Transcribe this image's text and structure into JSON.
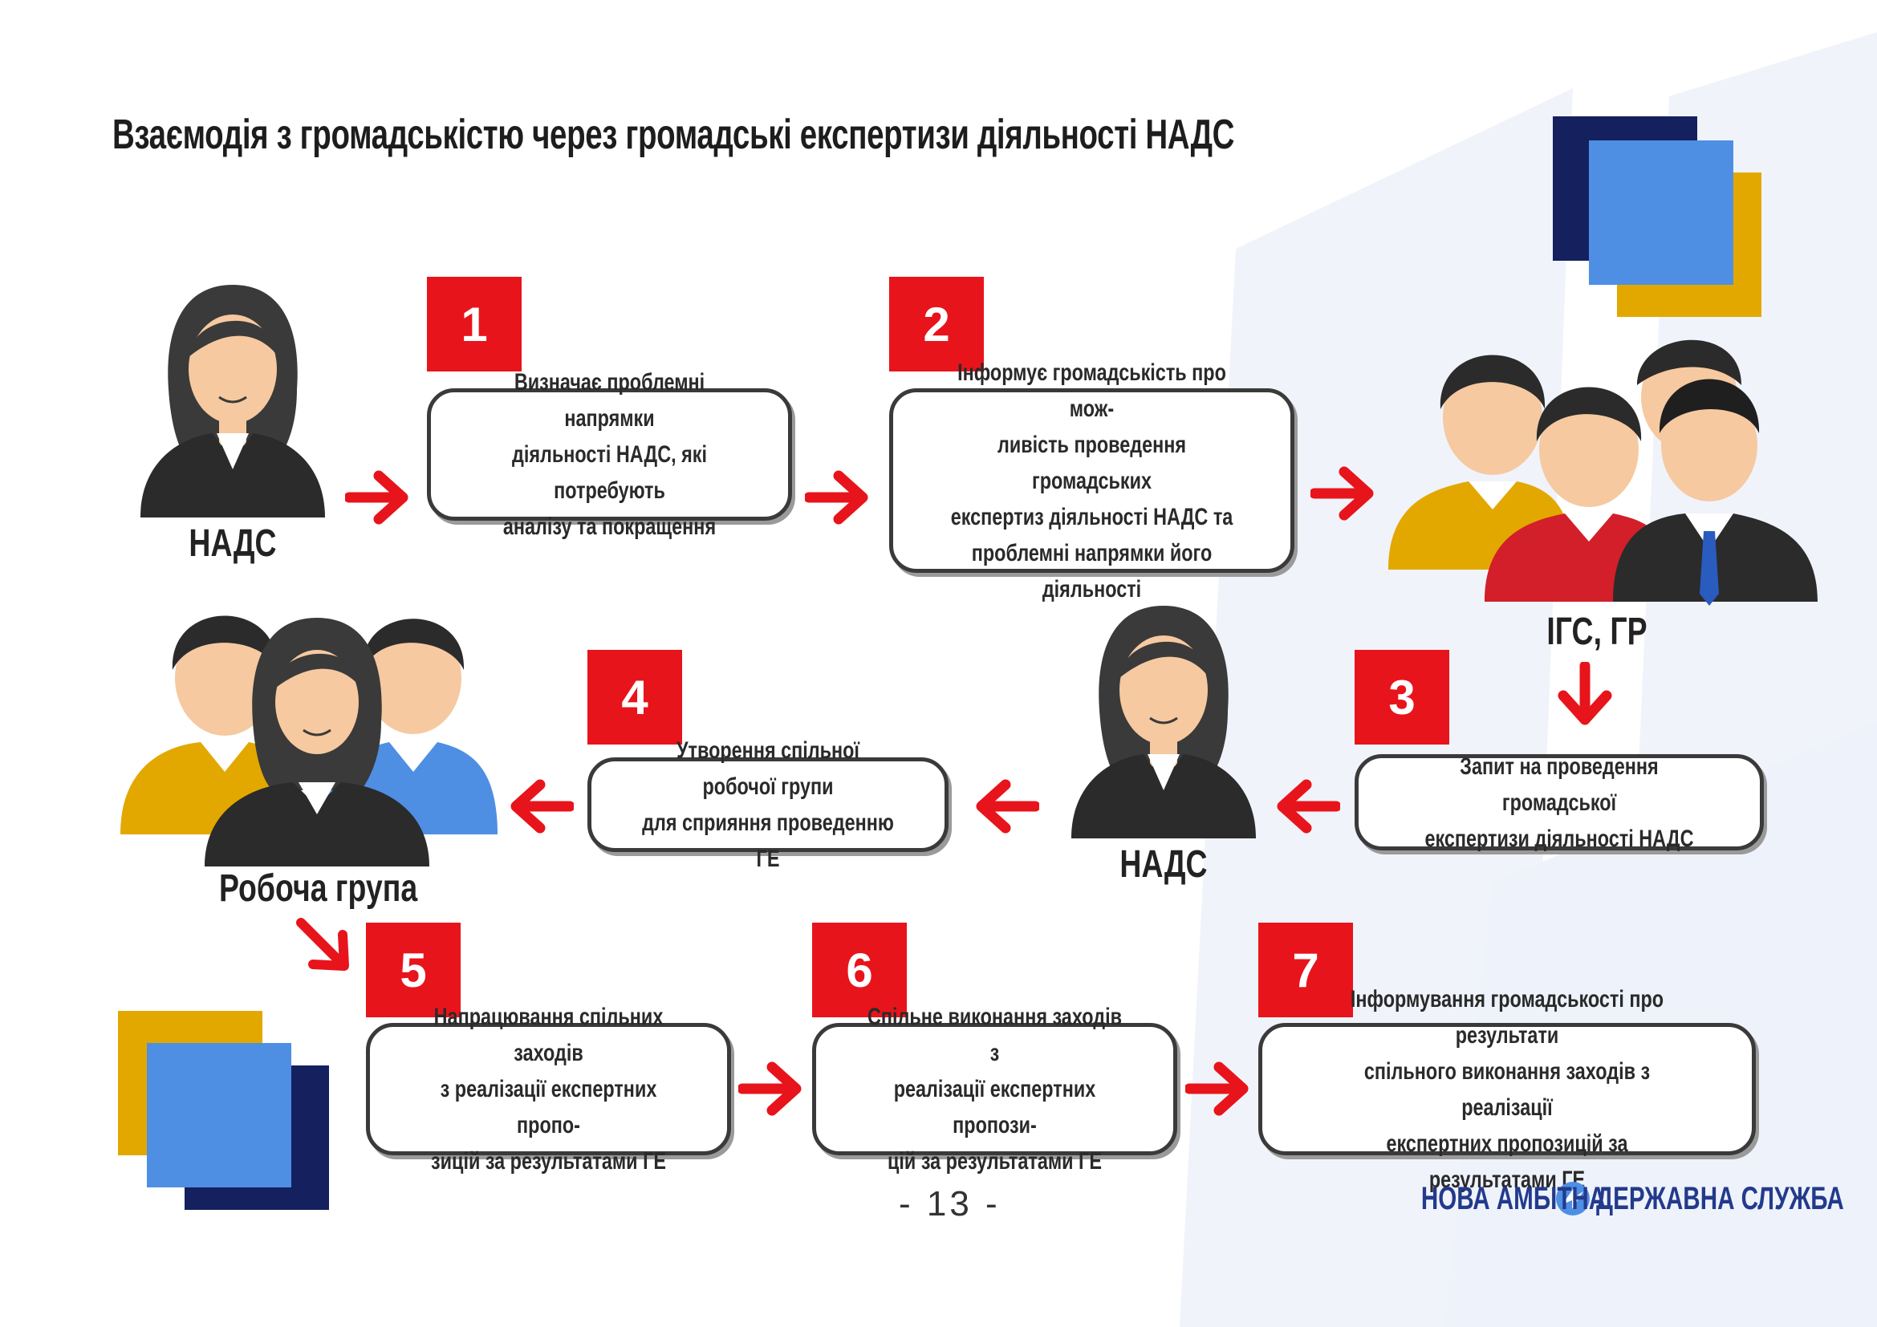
{
  "title": "Взаємодія з громадськістю через громадські експертизи діяльності НАДС",
  "colors": {
    "accent_red": "#e8141b",
    "navy": "#15205f",
    "blue": "#4e8fe3",
    "gold": "#e2a800",
    "stripe": "#eef2fa"
  },
  "actors": {
    "nads_top": "НАДС",
    "igs_gr": "ІГС, ГР",
    "nads_mid": "НАДС",
    "working_group": "Робоча група"
  },
  "steps": [
    {
      "num": "1",
      "text": "Визначає проблемні напрямки\nдіяльності НАДС, які потребують\nаналізу та покращення"
    },
    {
      "num": "2",
      "text": "Інформує громадськість про мож-\nливість проведення громадських\nекспертиз діяльності НАДС та\nпроблемні напрямки його діяльності"
    },
    {
      "num": "3",
      "text": "Запит на проведення громадської\nекспертизи діяльності НАДС"
    },
    {
      "num": "4",
      "text": "Утворення спільної робочої групи\nдля сприяння проведенню ГЕ"
    },
    {
      "num": "5",
      "text": "Напрацювання спільних заходів\nз реалізації експертних пропо-\nзицій за результатами ГЕ"
    },
    {
      "num": "6",
      "text": "Спільне виконання заходів з\nреалізації експертних пропози-\nцій за результатами ГЕ"
    },
    {
      "num": "7",
      "text": "Інформування громадськості про результати\nспільного виконання заходів з реалізації\nекспертних пропозицій за результатами ГЕ"
    }
  ],
  "footer": {
    "page_number": "- 13 -",
    "brand_left": "НОВА АМБІТНА",
    "brand_right": "ДЕРЖАВНА СЛУЖБА"
  },
  "icons": [
    "person-woman-icon",
    "group-people-icon",
    "arrow-right-icon",
    "arrow-left-icon",
    "arrow-down-icon",
    "brand-logo-icon"
  ]
}
